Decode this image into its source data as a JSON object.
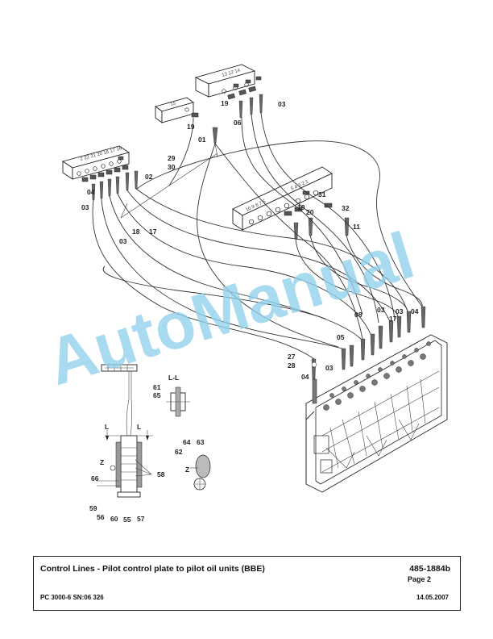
{
  "watermark": {
    "text": "AutoManual",
    "color": "#8fd0ec"
  },
  "title_block": {
    "title": "Control Lines - Pilot control plate to pilot oil units (BBE)",
    "doc_number": "485-1884b",
    "page": "Page 2",
    "model": "PC 3000-6 SN:06 326",
    "date": "14.05.2007"
  },
  "callouts": {
    "c01": "01",
    "c02": "02",
    "c03a": "03",
    "c03b": "03",
    "c03c": "03",
    "c03d": "03",
    "c03e": "03",
    "c03f": "03",
    "c04a": "04",
    "c04b": "04",
    "c04c": "04",
    "c05": "05",
    "c06": "06",
    "c08": "08",
    "c11": "11",
    "c17a": "17",
    "c17b": "17",
    "c18": "18",
    "c19a": "19",
    "c19b": "19",
    "c19c": "19",
    "c20": "20",
    "c27": "27",
    "c28": "28",
    "c29": "29",
    "c30": "30",
    "c31": "31",
    "c32": "32",
    "c55": "55",
    "c56": "56",
    "c57": "57",
    "c58": "58",
    "c59": "59",
    "c60": "60",
    "c61": "61",
    "c62": "62",
    "c63": "63",
    "c64": "64",
    "c65": "65",
    "c66": "66",
    "sec_ll": "L-L",
    "sec_l1": "L",
    "sec_l2": "L",
    "z1": "Z",
    "z2": "Z"
  },
  "block_labels": {
    "top_small": "15",
    "top_right": "13 12 14",
    "left_block": "2 22 21 20 18 17 16",
    "center_block_a": "10  9  8  7  6",
    "center_block_b": "5  4  3  2  1"
  }
}
